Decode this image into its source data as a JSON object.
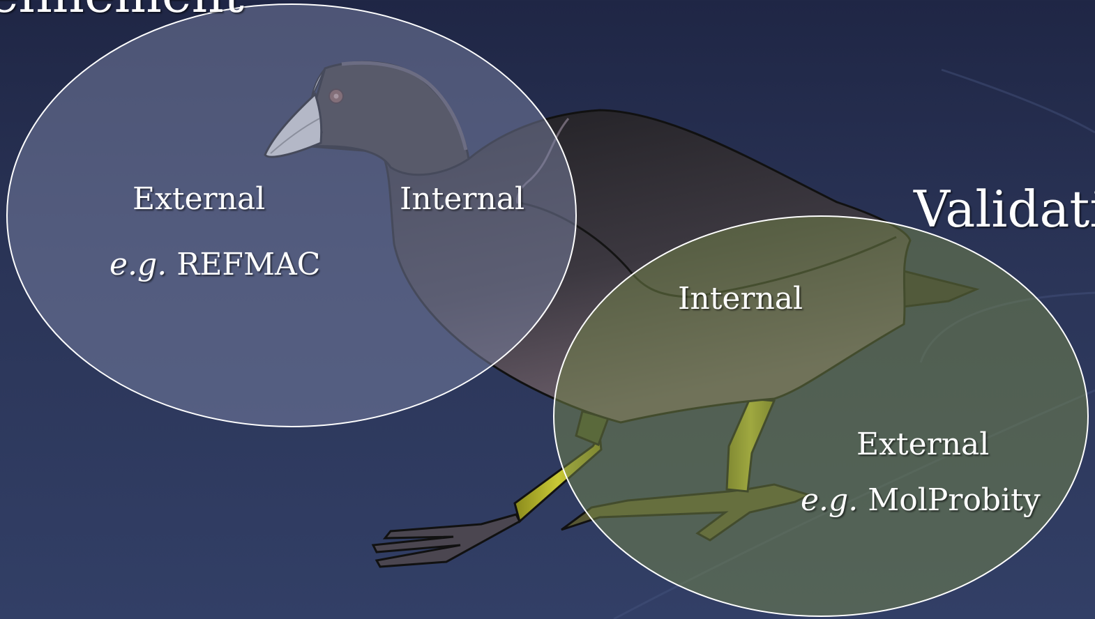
{
  "slide": {
    "title_left_partial": "efinement",
    "title_right_partial": "Validati",
    "refinement_set": {
      "external_label": "External",
      "external_example_prefix": "e.g.",
      "external_example_program": "REFMAC",
      "internal_label": "Internal"
    },
    "validation_set": {
      "internal_label": "Internal",
      "external_label": "External",
      "external_example_prefix": "e.g.",
      "external_example_program": "MolProbity"
    },
    "illustration": "coot-bird-icon"
  }
}
